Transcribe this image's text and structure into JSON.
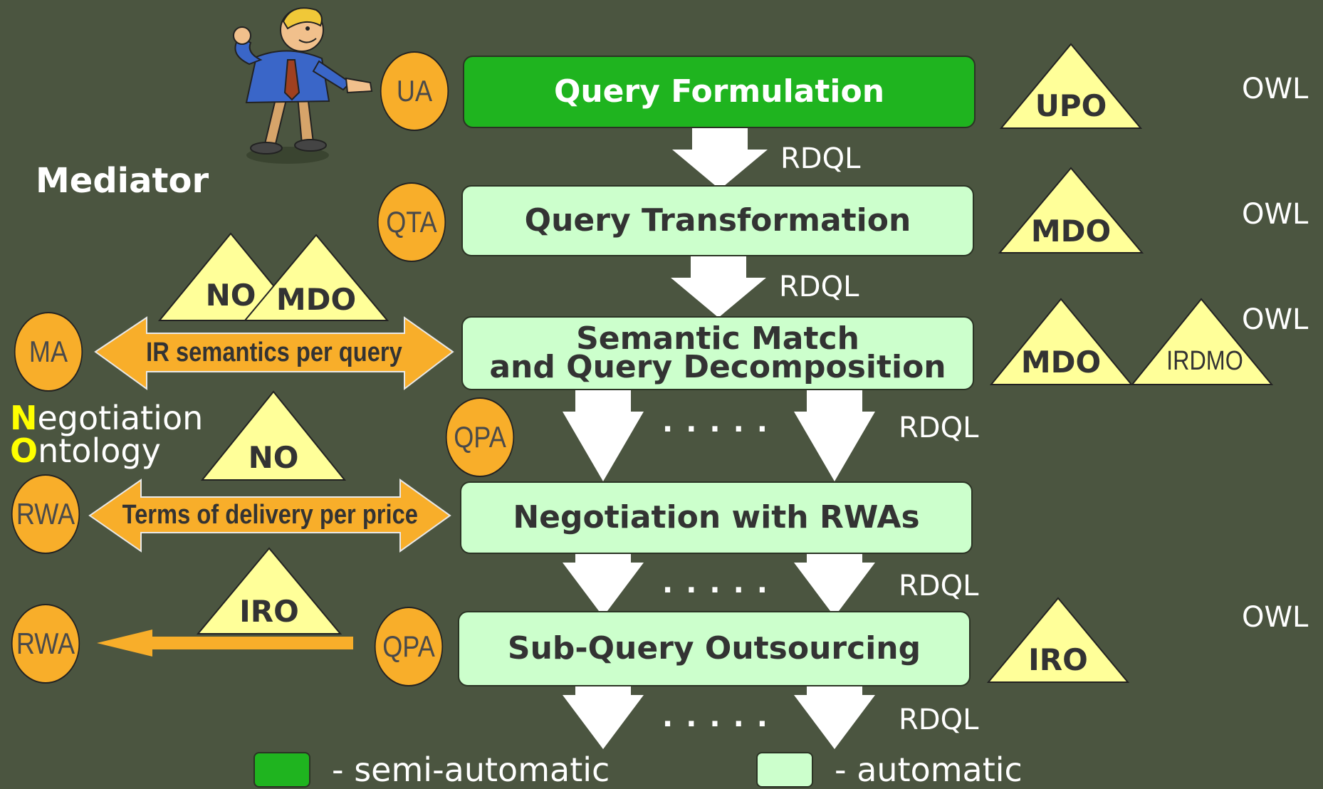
{
  "title": "Mediator",
  "steps": [
    {
      "label": "Query Formulation",
      "mode": "semi"
    },
    {
      "label": "Query Transformation",
      "mode": "auto"
    },
    {
      "label_lines": [
        "Semantic Match",
        "and Query Decomposition"
      ],
      "mode": "auto"
    },
    {
      "label": "Negotiation with RWAs",
      "mode": "auto"
    },
    {
      "label": "Sub-Query Outsourcing",
      "mode": "auto"
    }
  ],
  "agents": {
    "ua": "UA",
    "qta": "QTA",
    "ma": "MA",
    "qpa1": "QPA",
    "rwa1": "RWA",
    "qpa2": "QPA",
    "rwa2": "RWA"
  },
  "ontologies": {
    "upo": "UPO",
    "mdo1": "MDO",
    "mdo2": "MDO",
    "irdmo": "IRDMO",
    "iro_right": "IRO",
    "no1": "NO",
    "mdo_left": "MDO",
    "no2": "NO",
    "iro_left": "IRO"
  },
  "formats": {
    "owl": "OWL",
    "rdql": "RDQL"
  },
  "arrows": {
    "ir_semantics": "IR semantics per query",
    "terms_delivery": "Terms of delivery per price"
  },
  "dots": ".....",
  "ontology_legend": {
    "line1_initial": "N",
    "line1_rest": "egotiation",
    "line2_initial": "O",
    "line2_rest": "ntology"
  },
  "legend": {
    "semi_label": "- semi-automatic",
    "auto_label": "- automatic"
  },
  "colors": {
    "background": "#4b5540",
    "semi_automatic": "#1fb41f",
    "automatic": "#ccffcc",
    "agent": "#f8ae2a",
    "ontology": "#ffff99",
    "arrow": "#ffffff",
    "double_arrow": "#f8ae2a"
  }
}
